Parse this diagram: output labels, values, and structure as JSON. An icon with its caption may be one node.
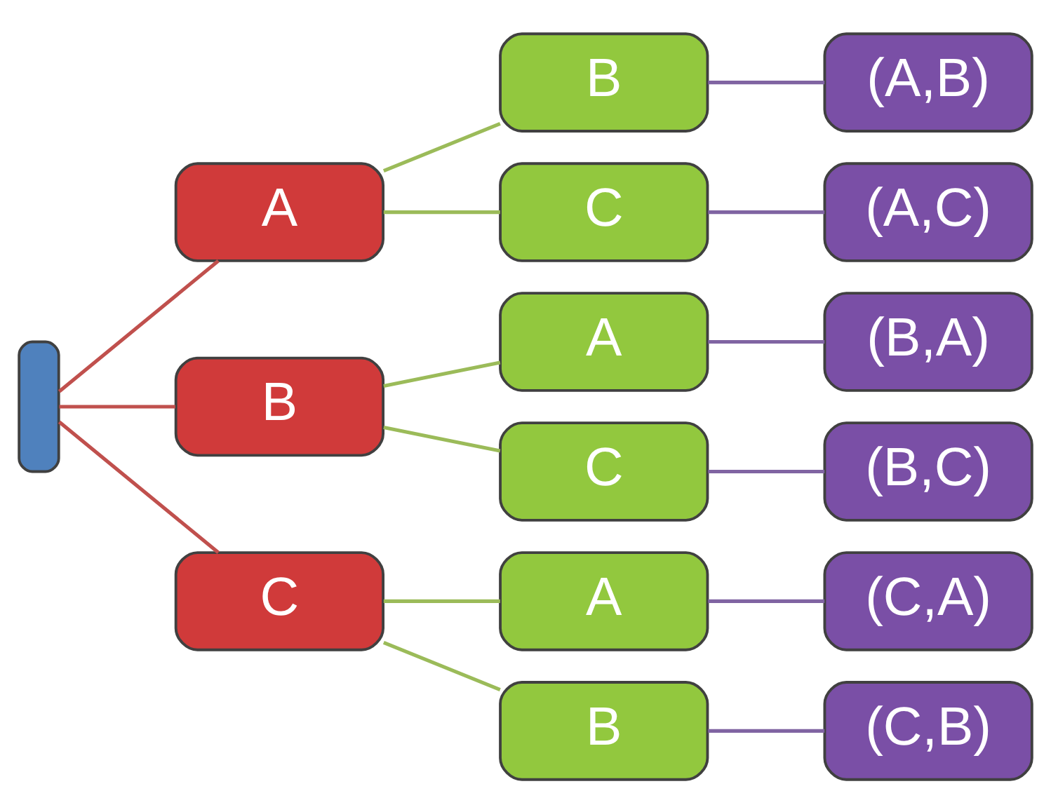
{
  "diagram": {
    "nodes": [
      {
        "text": [],
        "shape": "box"
      },
      {
        "text": [
          "A"
        ]
      },
      {
        "text": [
          "B"
        ]
      },
      {
        "text": [
          "C"
        ]
      },
      {
        "text": [
          "B"
        ]
      },
      {
        "text": [
          "C"
        ]
      },
      {
        "text": [
          "A"
        ]
      },
      {
        "text": [
          "C"
        ]
      },
      {
        "text": [
          "A"
        ]
      },
      {
        "text": [
          "B"
        ]
      },
      {
        "text": [
          "(A,B)"
        ]
      },
      {
        "text": [
          "(A,C)"
        ]
      },
      {
        "text": [
          "(B,A)"
        ]
      },
      {
        "text": [
          "(B,C)"
        ]
      },
      {
        "text": [
          "(C,A)"
        ]
      },
      {
        "text": [
          "(C,B)"
        ]
      }
    ],
    "edges": [
      {
        "from": 0,
        "to": 1,
        "arrow": "none",
        "color": "#c0504d"
      },
      {
        "from": 0,
        "to": 2,
        "arrow": "none",
        "color": "#c0504d"
      },
      {
        "from": 0,
        "to": 3,
        "arrow": "none",
        "color": "#c0504d"
      },
      {
        "from": 1,
        "to": 4,
        "arrow": "none",
        "color": "#9bbb59"
      },
      {
        "from": 1,
        "to": 5,
        "arrow": "none",
        "color": "#9bbb59"
      },
      {
        "from": 2,
        "to": 6,
        "arrow": "none",
        "color": "#9bbb59"
      },
      {
        "from": 2,
        "to": 7,
        "arrow": "none",
        "color": "#9bbb59"
      },
      {
        "from": 3,
        "to": 8,
        "arrow": "none",
        "color": "#9bbb59"
      },
      {
        "from": 3,
        "to": 9,
        "arrow": "none",
        "color": "#9bbb59"
      },
      {
        "from": 4,
        "to": 10,
        "arrow": "none",
        "color": "#8064a2"
      },
      {
        "from": 5,
        "to": 11,
        "arrow": "none",
        "color": "#8064a2"
      },
      {
        "from": 6,
        "to": 12,
        "arrow": "none",
        "color": "#8064a2"
      },
      {
        "from": 7,
        "to": 13,
        "arrow": "none",
        "color": "#8064a2"
      },
      {
        "from": 8,
        "to": 14,
        "arrow": "none",
        "color": "#8064a2"
      },
      {
        "from": 9,
        "to": 15,
        "arrow": "none",
        "color": "#8064a2"
      }
    ]
  }
}
